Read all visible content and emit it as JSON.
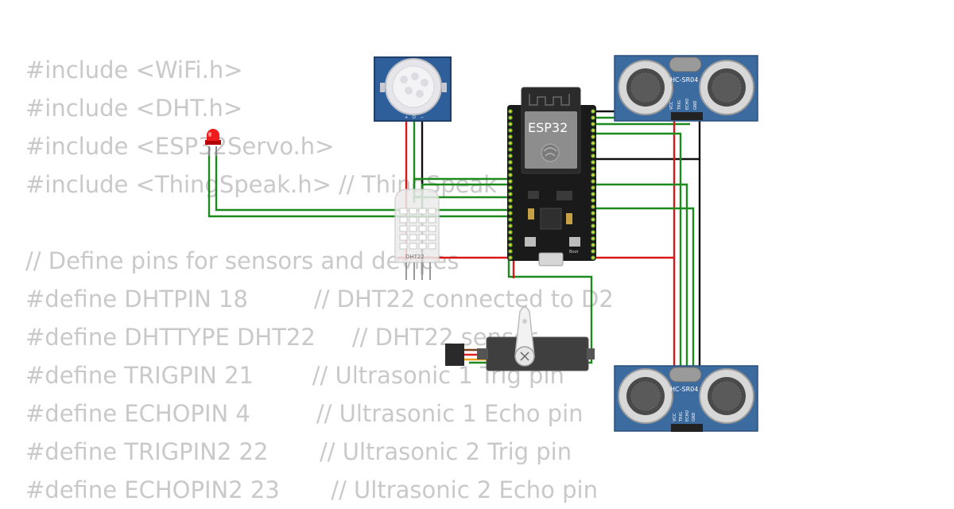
{
  "code_lines": [
    "#include <WiFi.h>",
    "#include <DHT.h>",
    "#include <ESP32Servo.h>",
    "#include <ThingSpeak.h> // ThingSpeak",
    "",
    "// Define pins for sensors and devices",
    "#define DHTPIN 18         // DHT22 connected to D2",
    "#define DHTTYPE DHT22     // DHT22 sensor",
    "#define TRIGPIN 21        // Ultrasonic 1 Trig pin",
    "#define ECHOPIN 4         // Ultrasonic 1 Echo pin",
    "#define TRIGPIN2 22       // Ultrasonic 2 Trig pin",
    "#define ECHOPIN2 23       // Ultrasonic 2 Echo pin"
  ],
  "components": {
    "esp32": {
      "label": "ESP32",
      "boot_label": "Boot"
    },
    "pir": {
      "pin_labels": [
        "+",
        "D",
        "−"
      ]
    },
    "dht22": {
      "label": "DHT22"
    },
    "ultrasonic_top": {
      "label": "HC-SR04",
      "pins": [
        "VCC",
        "TRIG",
        "ECHO",
        "GND"
      ]
    },
    "ultrasonic_bottom": {
      "label": "HC-SR04",
      "pins": [
        "VCC",
        "TRIG",
        "ECHO",
        "GND"
      ]
    }
  },
  "colors": {
    "code_text": "#c9c9c9",
    "wire_green": "#1c8a1c",
    "wire_red": "#d81818",
    "wire_black": "#111111",
    "board": "#1a1a1a",
    "sensor_board": "#3c6ba0"
  }
}
